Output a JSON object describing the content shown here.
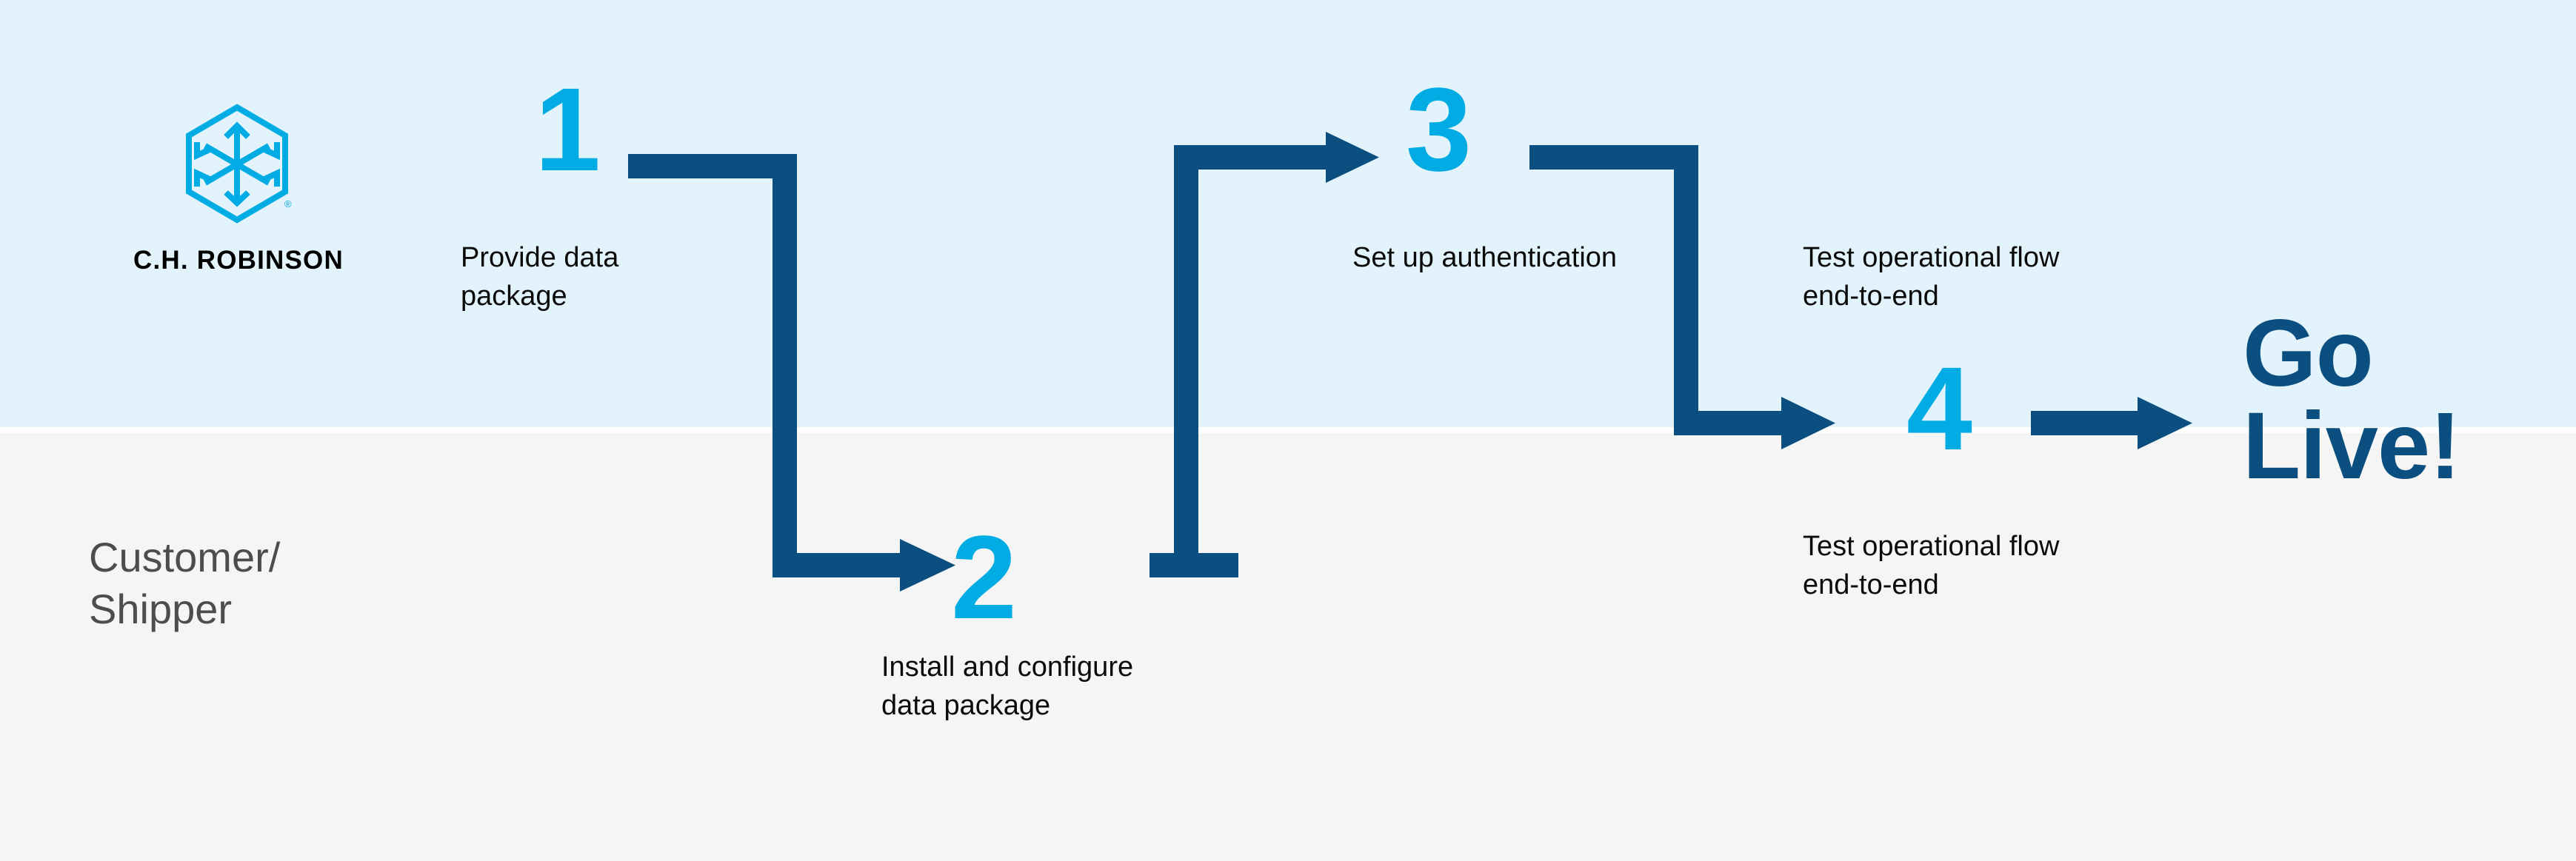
{
  "brand": {
    "logo_icon": "ch-robinson-cube-hexagon-logo",
    "wordmark": "C.H. ROBINSON",
    "registered_mark": "®"
  },
  "lanes": {
    "customer_label": "Customer/\nShipper",
    "customer_label_line1": "Customer/",
    "customer_label_line2": "Shipper"
  },
  "steps": [
    {
      "number": "1",
      "caption": "Provide data package"
    },
    {
      "number": "2",
      "caption": "Install and configure data package"
    },
    {
      "number": "3",
      "caption": "Set up authentication"
    },
    {
      "number": "4",
      "caption": "Test operational flow end-to-end"
    }
  ],
  "captions": {
    "step1": "Provide data package",
    "step2": "Install and configure data package",
    "step3": "Set up authentication",
    "step3_next": "Test operational flow end-to-end",
    "step4": "Test operational flow end-to-end"
  },
  "outcome": {
    "line1": "Go",
    "line2": "Live!",
    "full": "Go Live!"
  },
  "colors": {
    "band_top": "#e3f3fb",
    "band_bottom": "#f5f5f5",
    "band_divider": "#ffffff",
    "navy": "#0a4f7f",
    "cyan": "#00ace3",
    "caption_text": "#0a0a0a",
    "lane_text": "#4d4d4d",
    "wordmark_text": "#000000"
  },
  "connectors": [
    {
      "name": "step1-to-step2",
      "from": "1",
      "to": "2",
      "shape": "right-then-down-arrow"
    },
    {
      "name": "step2-to-step3",
      "from": "2",
      "to": "3",
      "shape": "right-then-up-arrow"
    },
    {
      "name": "step3-to-step4",
      "from": "3",
      "to": "4",
      "shape": "right-then-down-arrow"
    },
    {
      "name": "step4-to-golive",
      "from": "4",
      "to": "Go Live!",
      "shape": "straight-right-arrow"
    }
  ]
}
